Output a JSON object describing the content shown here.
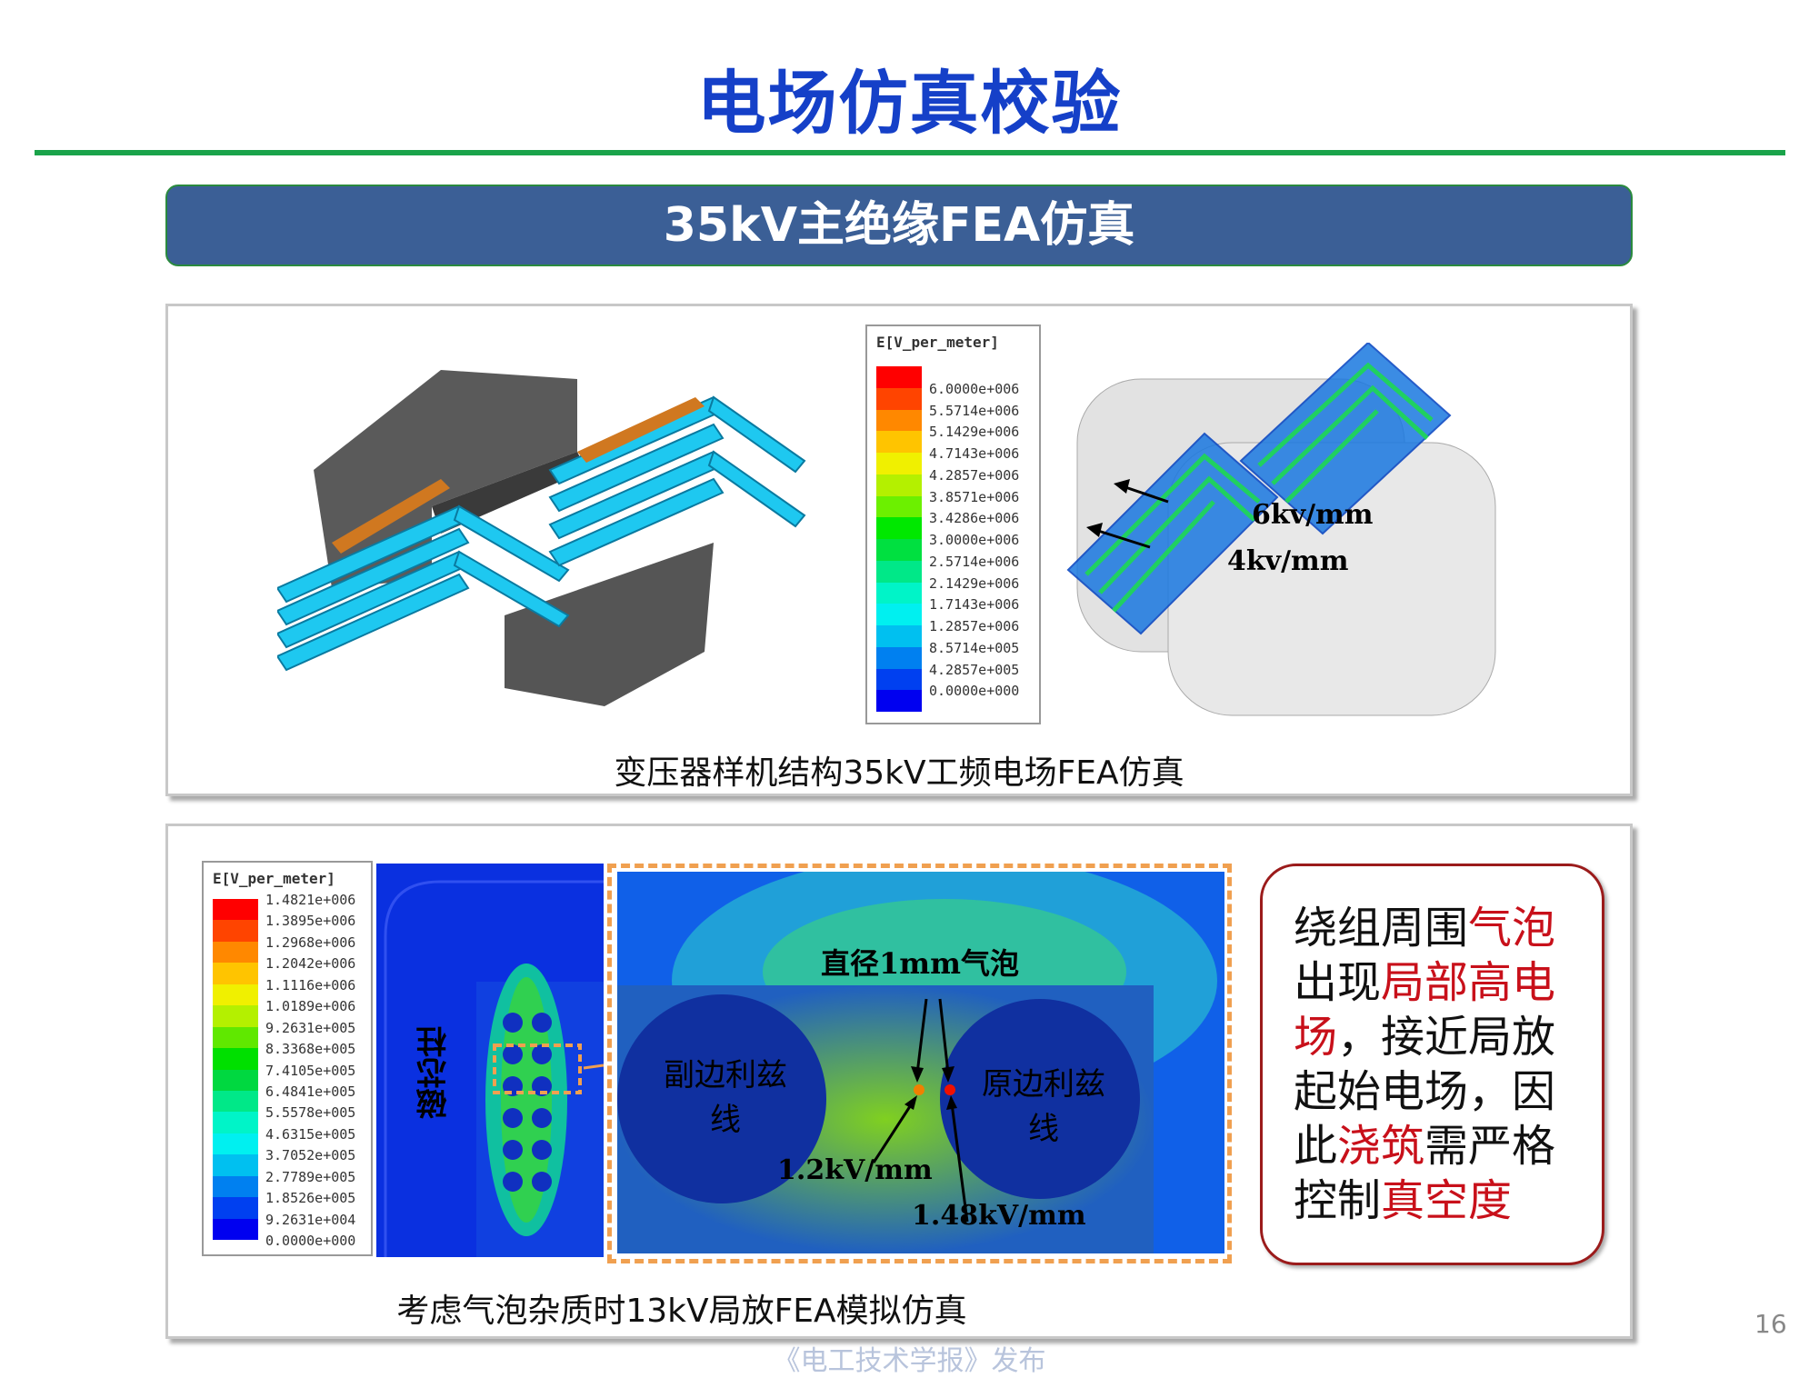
{
  "title": "电场仿真校验",
  "banner": "35kV主绝缘FEA仿真",
  "panel1": {
    "caption": "变压器样机结构35kV工频电场FEA仿真",
    "legend": {
      "title": "E[V_per_meter]",
      "labels": [
        "6.0000e+006",
        "5.5714e+006",
        "5.1429e+006",
        "4.7143e+006",
        "4.2857e+006",
        "3.8571e+006",
        "3.4286e+006",
        "3.0000e+006",
        "2.5714e+006",
        "2.1429e+006",
        "1.7143e+006",
        "1.2857e+006",
        "8.5714e+005",
        "4.2857e+005",
        "0.0000e+000"
      ],
      "colors": [
        "#ff0000",
        "#ff4400",
        "#ff8800",
        "#ffc400",
        "#f0f000",
        "#b4f000",
        "#6cf000",
        "#00e800",
        "#00e040",
        "#00e888",
        "#00f4c8",
        "#00f0f0",
        "#00c0f0",
        "#0080f0",
        "#0040f0",
        "#0000f0"
      ]
    },
    "annotations": [
      "6kv/mm",
      "4kv/mm"
    ]
  },
  "panel2": {
    "caption": "考虑气泡杂质时13kV局放FEA模拟仿真",
    "legend": {
      "title": "E[V_per_meter]",
      "labels": [
        "1.4821e+006",
        "1.3895e+006",
        "1.2968e+006",
        "1.2042e+006",
        "1.1116e+006",
        "1.0189e+006",
        "9.2631e+005",
        "8.3368e+005",
        "7.4105e+005",
        "6.4841e+005",
        "5.5578e+005",
        "4.6315e+005",
        "3.7052e+005",
        "2.7789e+005",
        "1.8526e+005",
        "9.2631e+004",
        "0.0000e+000"
      ],
      "colors": [
        "#ff0000",
        "#ff4400",
        "#ff8800",
        "#ffc400",
        "#f0f000",
        "#b4f000",
        "#60e800",
        "#00e000",
        "#00d840",
        "#00e888",
        "#00f4c8",
        "#00f0f0",
        "#00c0f0",
        "#0080f0",
        "#0040f0",
        "#0000f0"
      ]
    },
    "core_label": "磁芯柱",
    "bubble_label": "直径1mm气泡",
    "secondary_label": [
      "副边利兹",
      "线"
    ],
    "primary_label": [
      "原边利兹",
      "线"
    ],
    "value1": "1.2kV/mm",
    "value2": "1.48kV/mm"
  },
  "callout": {
    "t1": "绕组周围",
    "r1": "气泡",
    "t2": "出现",
    "r2": "局部高电",
    "r3": "场",
    "t3": "，接近局放",
    "t4": "起始电场，因",
    "t5": "此",
    "r4": "浇筑",
    "t6": "需严格",
    "t7": "控制",
    "r5": "真空度"
  },
  "page_number": "16",
  "footer": "《电工技术学报》发布"
}
